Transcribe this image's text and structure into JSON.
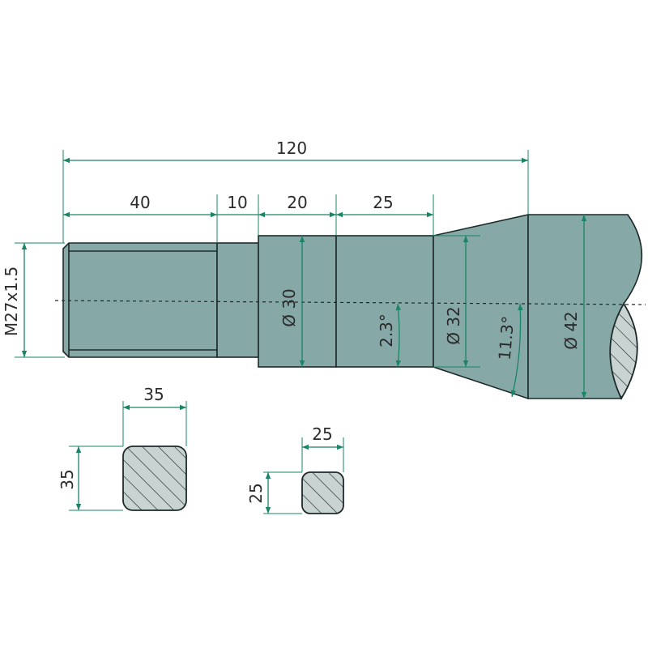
{
  "drawing": {
    "dimensions": {
      "overall_length": "120",
      "thread_length": "40",
      "neck_length": "10",
      "collar_length": "20",
      "taper_length": "25",
      "thread_spec": "M27x1.5",
      "collar_diameter": "Ø 30",
      "taper_angle": "2.3°",
      "cone_start_diameter": "Ø 32",
      "cone_angle": "11.3°",
      "shaft_diameter": "Ø 42"
    },
    "section_large": {
      "width": "35",
      "height": "35"
    },
    "section_small": {
      "width": "25",
      "height": "25"
    },
    "colors": {
      "part": "#86a9a7",
      "dimension": "#1a8466",
      "outline": "#1e2a2a"
    }
  }
}
